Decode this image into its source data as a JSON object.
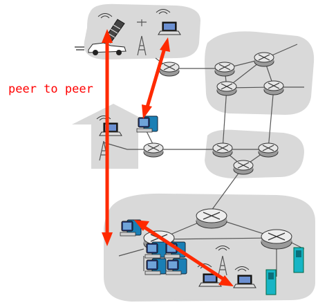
{
  "annotation": {
    "text": "peer to peer",
    "color": "#ff0000"
  },
  "colors": {
    "region": "#d9d9d9",
    "arrow": "#ff2a00",
    "router_fill": "#d0d0d0",
    "link": "#555555"
  },
  "elements": {
    "regions": [
      "mobile-network-region",
      "global-isp-region",
      "home-network-region",
      "regional-isp-region",
      "institutional-network-region"
    ],
    "icons": [
      "laptop-icon",
      "car-icon",
      "satellite-phone-icon",
      "cell-tower-icon",
      "router-icon",
      "desktop-pc-icon",
      "wireless-access-point-icon",
      "server-icon"
    ]
  }
}
